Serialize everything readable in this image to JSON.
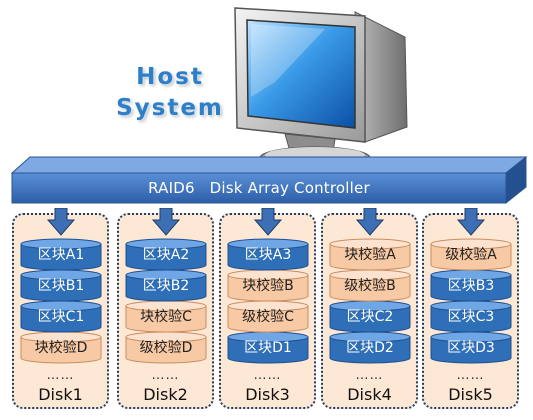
{
  "host": {
    "line1": "Host",
    "line2": "System"
  },
  "controller": {
    "label": "RAID6   Disk Array Controller"
  },
  "colors": {
    "data_block": "#2e6fb8",
    "parity_block": "#f7c9a4",
    "controller": "#3a75c4",
    "group_fill": "#fde8d6",
    "title": "#2f7fc7"
  },
  "disks": [
    {
      "name": "Disk1",
      "ellipsis": "……",
      "blocks": [
        {
          "label": "区块A1",
          "kind": "data"
        },
        {
          "label": "区块B1",
          "kind": "data"
        },
        {
          "label": "区块C1",
          "kind": "data"
        },
        {
          "label": "块校验D",
          "kind": "parity"
        }
      ]
    },
    {
      "name": "Disk2",
      "ellipsis": "……",
      "blocks": [
        {
          "label": "区块A2",
          "kind": "data"
        },
        {
          "label": "区块B2",
          "kind": "data"
        },
        {
          "label": "块校验C",
          "kind": "parity"
        },
        {
          "label": "级校验D",
          "kind": "parity"
        }
      ]
    },
    {
      "name": "Disk3",
      "ellipsis": "……",
      "blocks": [
        {
          "label": "区块A3",
          "kind": "data"
        },
        {
          "label": "块校验B",
          "kind": "parity"
        },
        {
          "label": "级校验C",
          "kind": "parity"
        },
        {
          "label": "区块D1",
          "kind": "data"
        }
      ]
    },
    {
      "name": "Disk4",
      "ellipsis": "……",
      "blocks": [
        {
          "label": "块校验A",
          "kind": "parity"
        },
        {
          "label": "级校验B",
          "kind": "parity"
        },
        {
          "label": "区块C2",
          "kind": "data"
        },
        {
          "label": "区块D2",
          "kind": "data"
        }
      ]
    },
    {
      "name": "Disk5",
      "ellipsis": "……",
      "blocks": [
        {
          "label": "级校验A",
          "kind": "parity"
        },
        {
          "label": "区块B3",
          "kind": "data"
        },
        {
          "label": "区块C3",
          "kind": "data"
        },
        {
          "label": "区块D3",
          "kind": "data"
        }
      ]
    }
  ]
}
